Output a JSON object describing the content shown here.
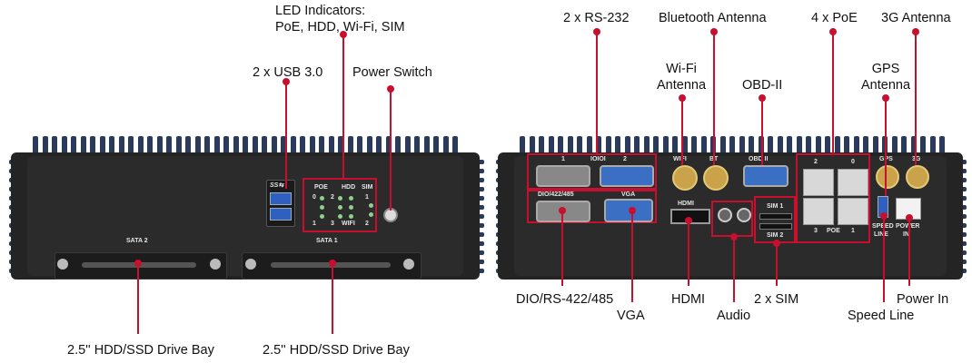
{
  "colors": {
    "callout": "#c8102e",
    "chassis": "#242424",
    "fins": "#2a3a5a",
    "usb": "#2f5fbf",
    "db9_blue": "#3a6fc4"
  },
  "front": {
    "labels": {
      "led": [
        "LED Indicators:",
        "PoE, HDD, Wi-Fi, SIM"
      ],
      "usb": "2 x USB 3.0",
      "power": "Power Switch",
      "bay_left": "2.5'' HDD/SSD Drive Bay",
      "bay_right": "2.5'' HDD/SSD Drive Bay"
    },
    "silk": {
      "sata2": "SATA 2",
      "sata1": "SATA 1",
      "usb_logo": "SS⇆",
      "poe": "POE",
      "hdd": "HDD",
      "sim": "SIM",
      "wifi": "WIFI",
      "led_nums": [
        "0",
        "2",
        "1",
        "3"
      ],
      "sim_nums": [
        "1",
        "2"
      ]
    }
  },
  "rear": {
    "labels": {
      "rs232": "2 x RS-232",
      "bt": "Bluetooth Antenna",
      "poe": "4 x PoE",
      "g3": "3G Antenna",
      "wifi": [
        "Wi-Fi",
        "Antenna"
      ],
      "obd": "OBD-II",
      "gps": [
        "GPS",
        "Antenna"
      ],
      "dio": "DIO/RS-422/485",
      "vga": "VGA",
      "hdmi": "HDMI",
      "audio": "Audio",
      "sim": "2 x SIM",
      "speed": "Speed Line",
      "powerin": "Power In"
    },
    "silk": {
      "com1": "1",
      "com2": "2",
      "com_icon": "IOIOI",
      "wifi": "WIFI",
      "bt": "BT",
      "obd": "OBD II",
      "gps": "GPS",
      "g3": "3G",
      "dio": "DIO/422/485",
      "vga": "VGA",
      "hdmi": "HDMI",
      "sim1": "SIM 1",
      "sim2": "SIM 2",
      "poe": "POE",
      "poe_nums": [
        "2",
        "0",
        "3",
        "1"
      ],
      "speed": [
        "SPEED",
        "LINE"
      ],
      "power": [
        "POWER",
        "IN"
      ]
    }
  }
}
